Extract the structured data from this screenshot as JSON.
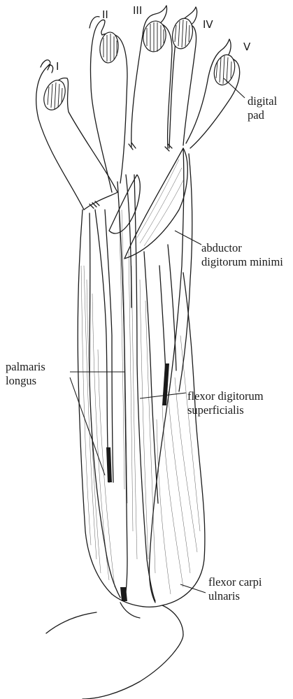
{
  "digits": {
    "d1": "I",
    "d2": "II",
    "d3": "III",
    "d4": "IV",
    "d5": "V"
  },
  "labels": {
    "digital_pad": [
      "digital",
      "pad"
    ],
    "abductor_digitorum_minimi": [
      "abductor",
      "digitorum minimi"
    ],
    "palmaris_longus": [
      "palmaris",
      "longus"
    ],
    "flexor_digitorum_superficialis": [
      "flexor digitorum",
      "superficialis"
    ],
    "flexor_carpi_ulnaris": [
      "flexor carpi",
      "ulnaris"
    ]
  }
}
